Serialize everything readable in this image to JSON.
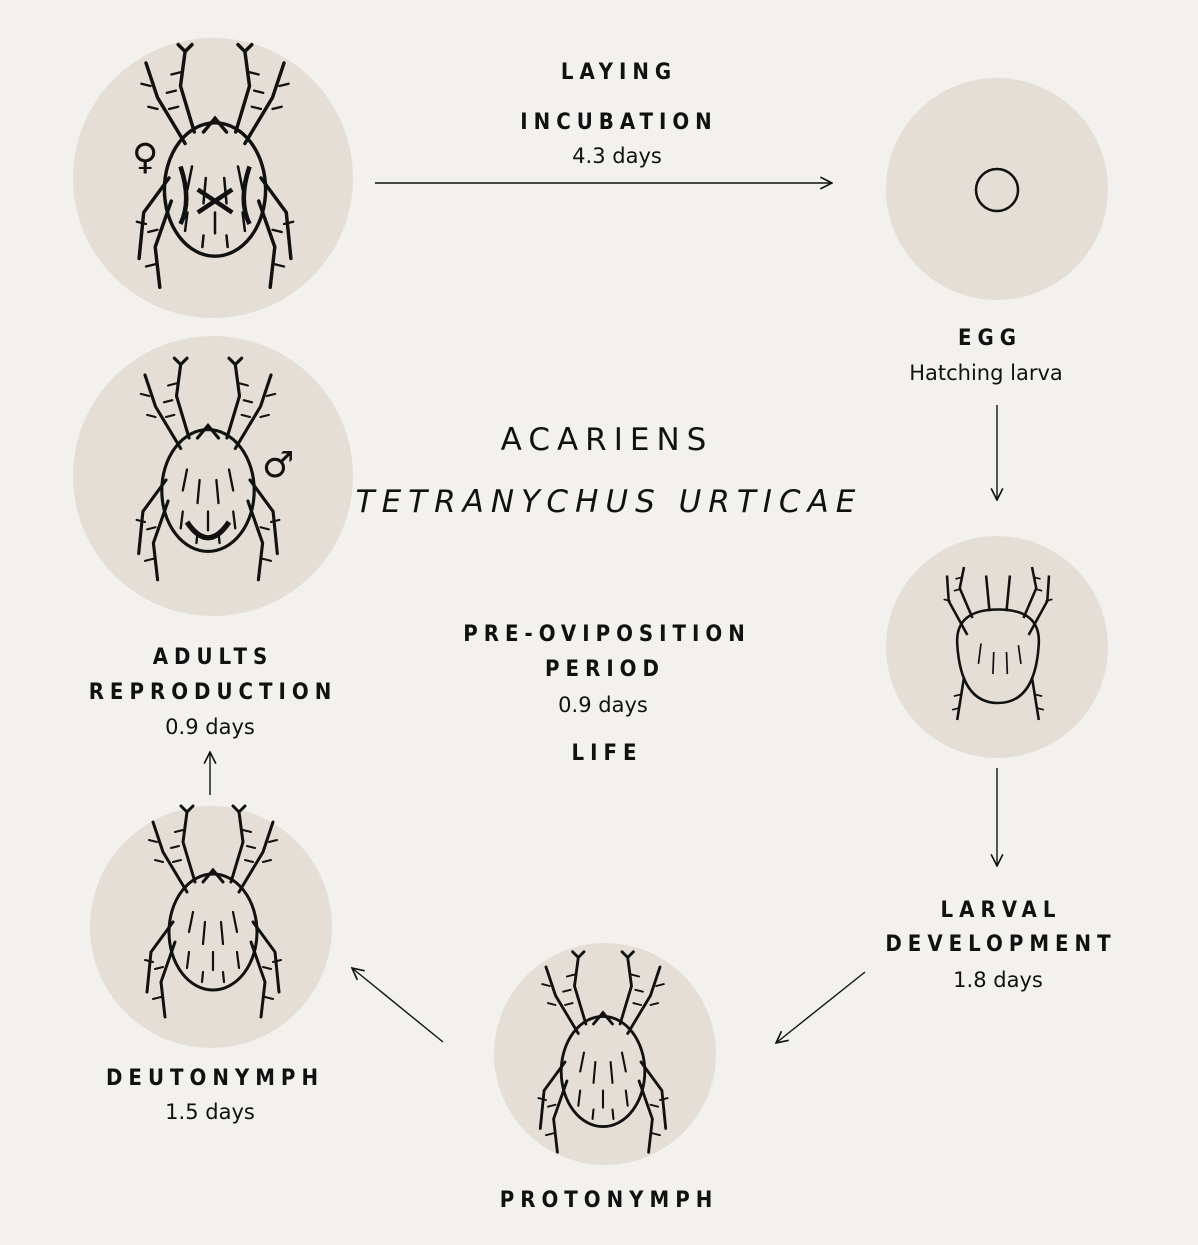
{
  "title": "ACARIENS",
  "species": "TETRANYCHUS URTICAE",
  "center": {
    "pre_oviposition_line1": "PRE-OVIPOSITION",
    "pre_oviposition_line2": "PERIOD",
    "pre_oviposition_duration": "0.9 days",
    "life": "LIFE"
  },
  "stages": {
    "laying": {
      "label": "LAYING"
    },
    "incubation": {
      "label": "INCUBATION",
      "duration": "4.3 days"
    },
    "egg": {
      "label": "EGG",
      "sub": "Hatching larva"
    },
    "larval": {
      "label1": "LARVAL",
      "label2": "DEVELOPMENT",
      "duration": "1.8 days"
    },
    "protonymph": {
      "label": "PROTONYMPH"
    },
    "deutonymph": {
      "label": "DEUTONYMPH",
      "duration": "1.5 days"
    },
    "adults": {
      "label1": "ADULTS",
      "label2": "REPRODUCTION",
      "duration": "0.9 days"
    }
  },
  "symbols": {
    "female": "♀",
    "male": "♂"
  },
  "colors": {
    "background": "#f2f1ee",
    "circle": "#e4ded6",
    "ink": "#111111"
  }
}
